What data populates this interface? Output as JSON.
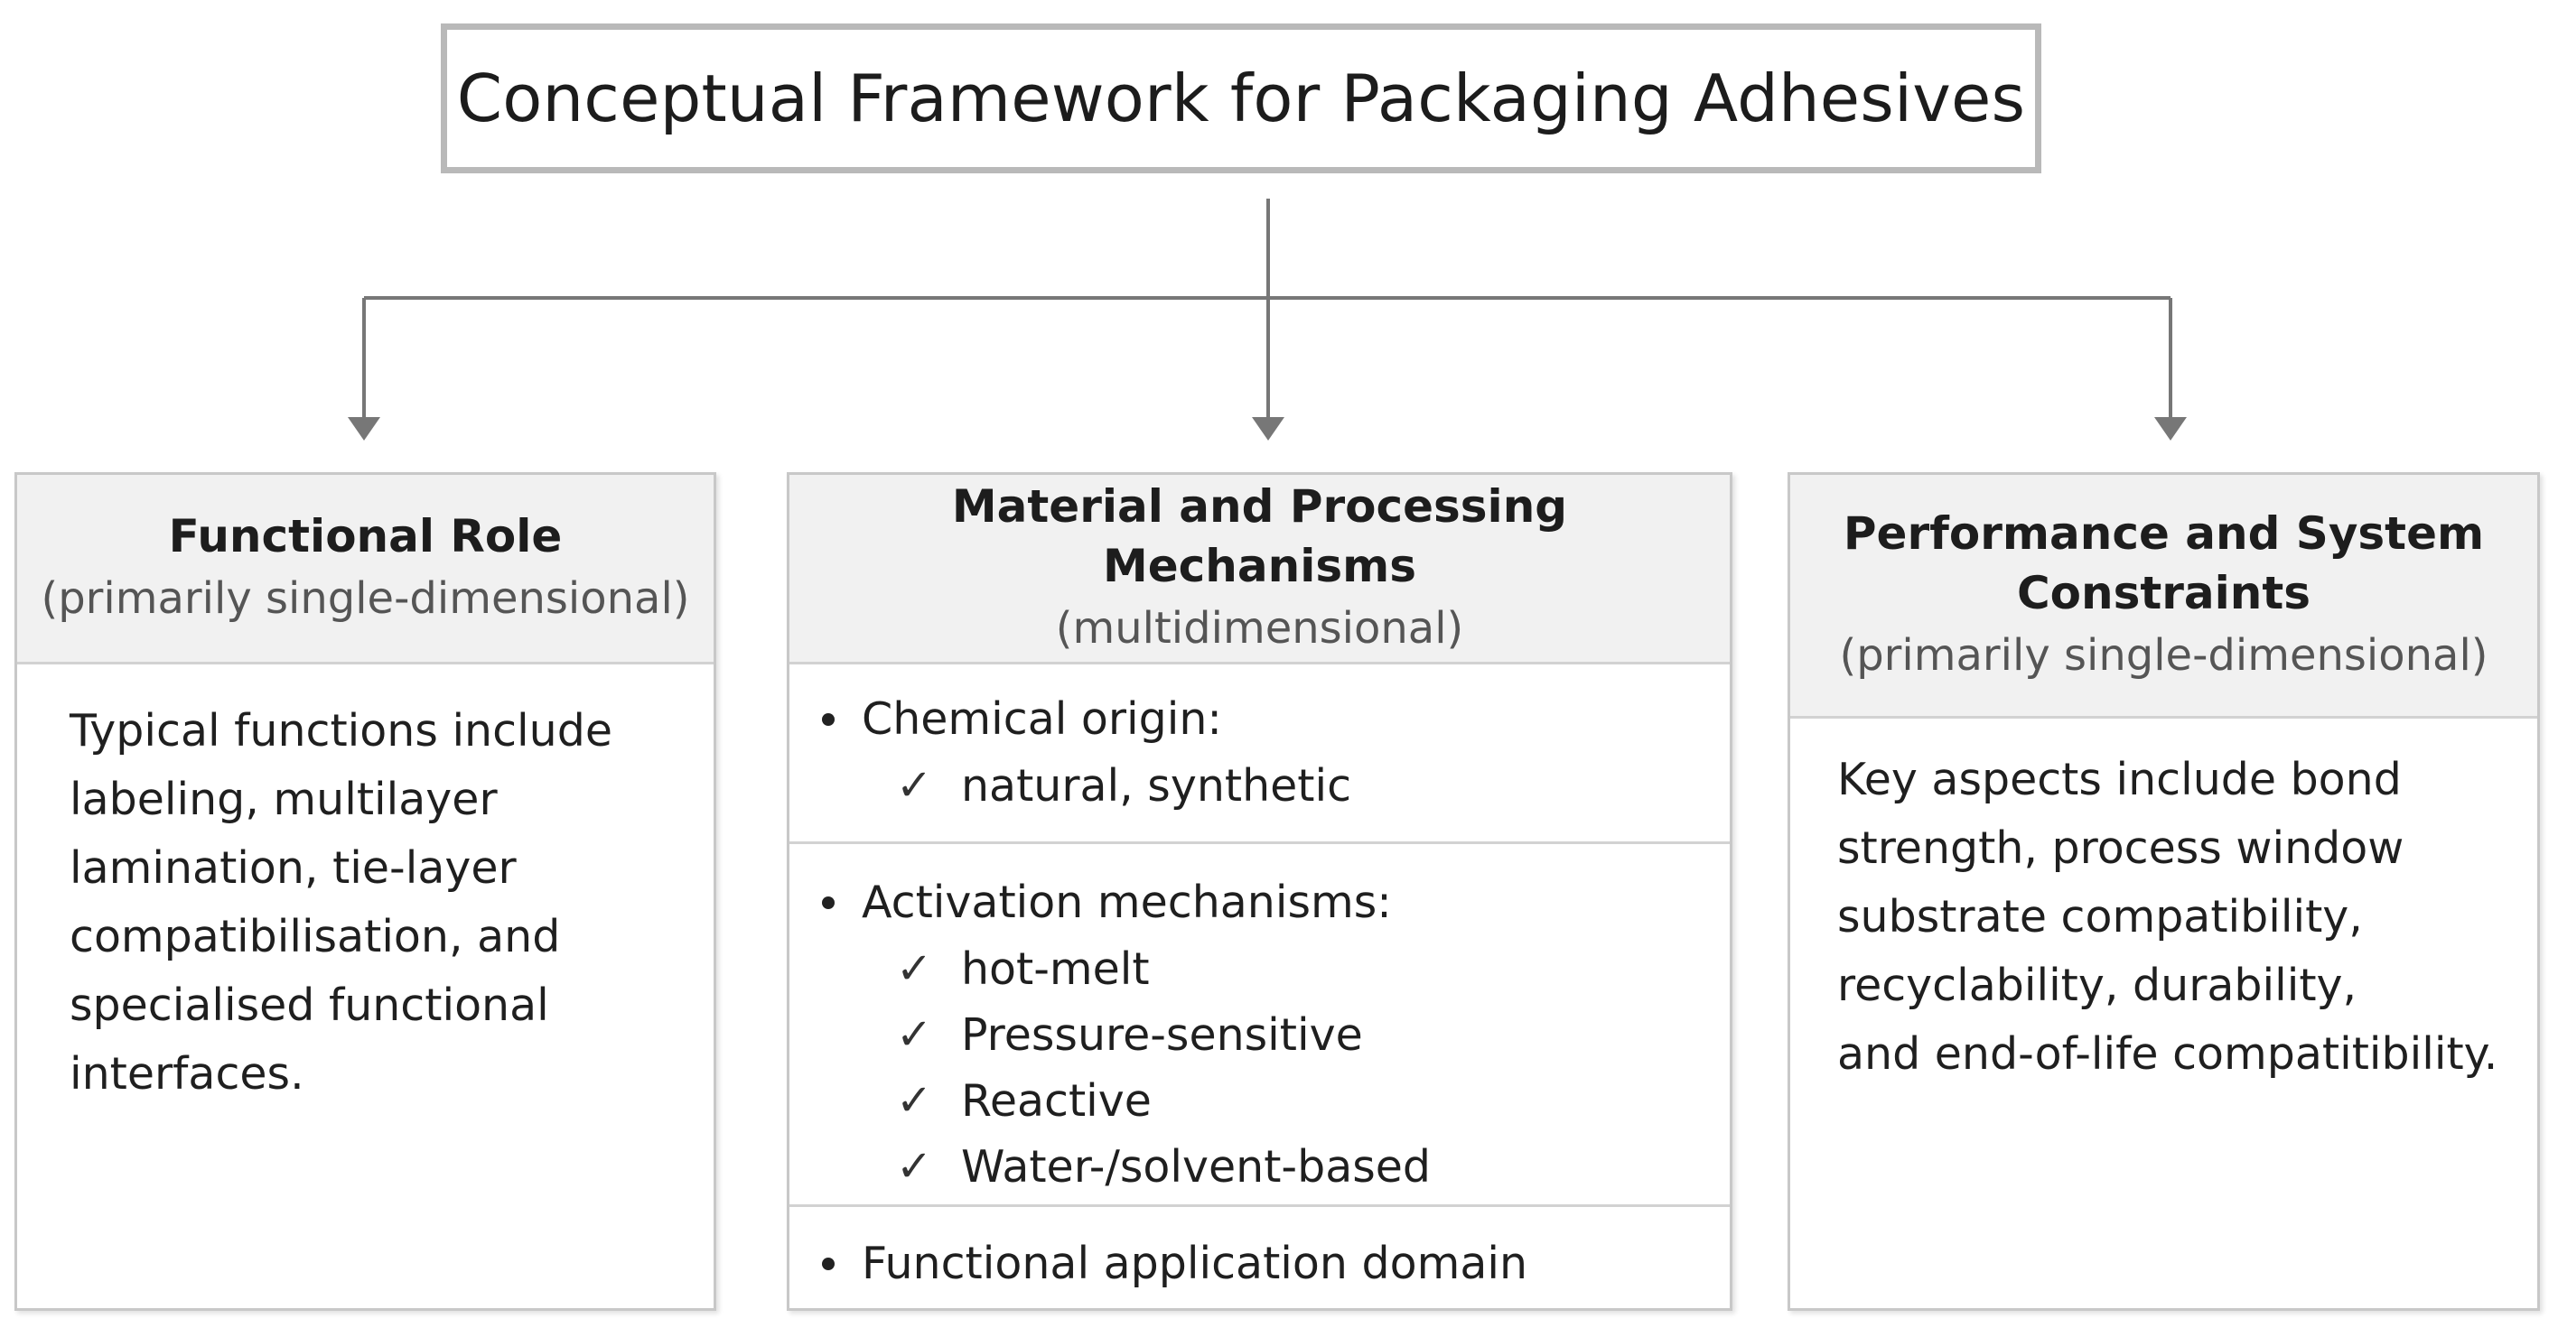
{
  "diagram": {
    "title": "Conceptual Framework for Packaging Adhesives",
    "colors": {
      "connector": "#777777",
      "title_border": "#b9b9b9",
      "card_border": "#c8c8c8",
      "header_fill": "#f1f1f1"
    },
    "columns": [
      {
        "title": "Functional Role",
        "subtitle": "(primarily single-dimensional)",
        "body": "Typical functions include\nlabeling, multilayer\nlamination, tie-layer\ncompatibilisation, and\nspecialised functional\ninterfaces."
      },
      {
        "title": "Material and Processing Mechanisms",
        "subtitle": "(multidimensional)",
        "sections": [
          {
            "bullet": "Chemical origin:",
            "checks": [
              "natural, synthetic"
            ]
          },
          {
            "bullet": "Activation mechanisms:",
            "checks": [
              "hot-melt",
              "Pressure-sensitive",
              "Reactive",
              "Water-/solvent-based"
            ]
          },
          {
            "bullet": "Functional application domain",
            "checks": []
          }
        ]
      },
      {
        "title_line1": "Performance and System",
        "title_line2": "Constraints",
        "subtitle": "(primarily single-dimensional)",
        "body": "Key aspects include bond\nstrength, process window\nsubstrate compatibility,\nrecyclability, durability,\nand end-of-life compatitibility."
      }
    ],
    "icons": {
      "bullet": "bullet-dot-icon",
      "check": "checkmark-icon",
      "check_glyph": "✓",
      "arrow": "arrow-down-icon"
    }
  }
}
